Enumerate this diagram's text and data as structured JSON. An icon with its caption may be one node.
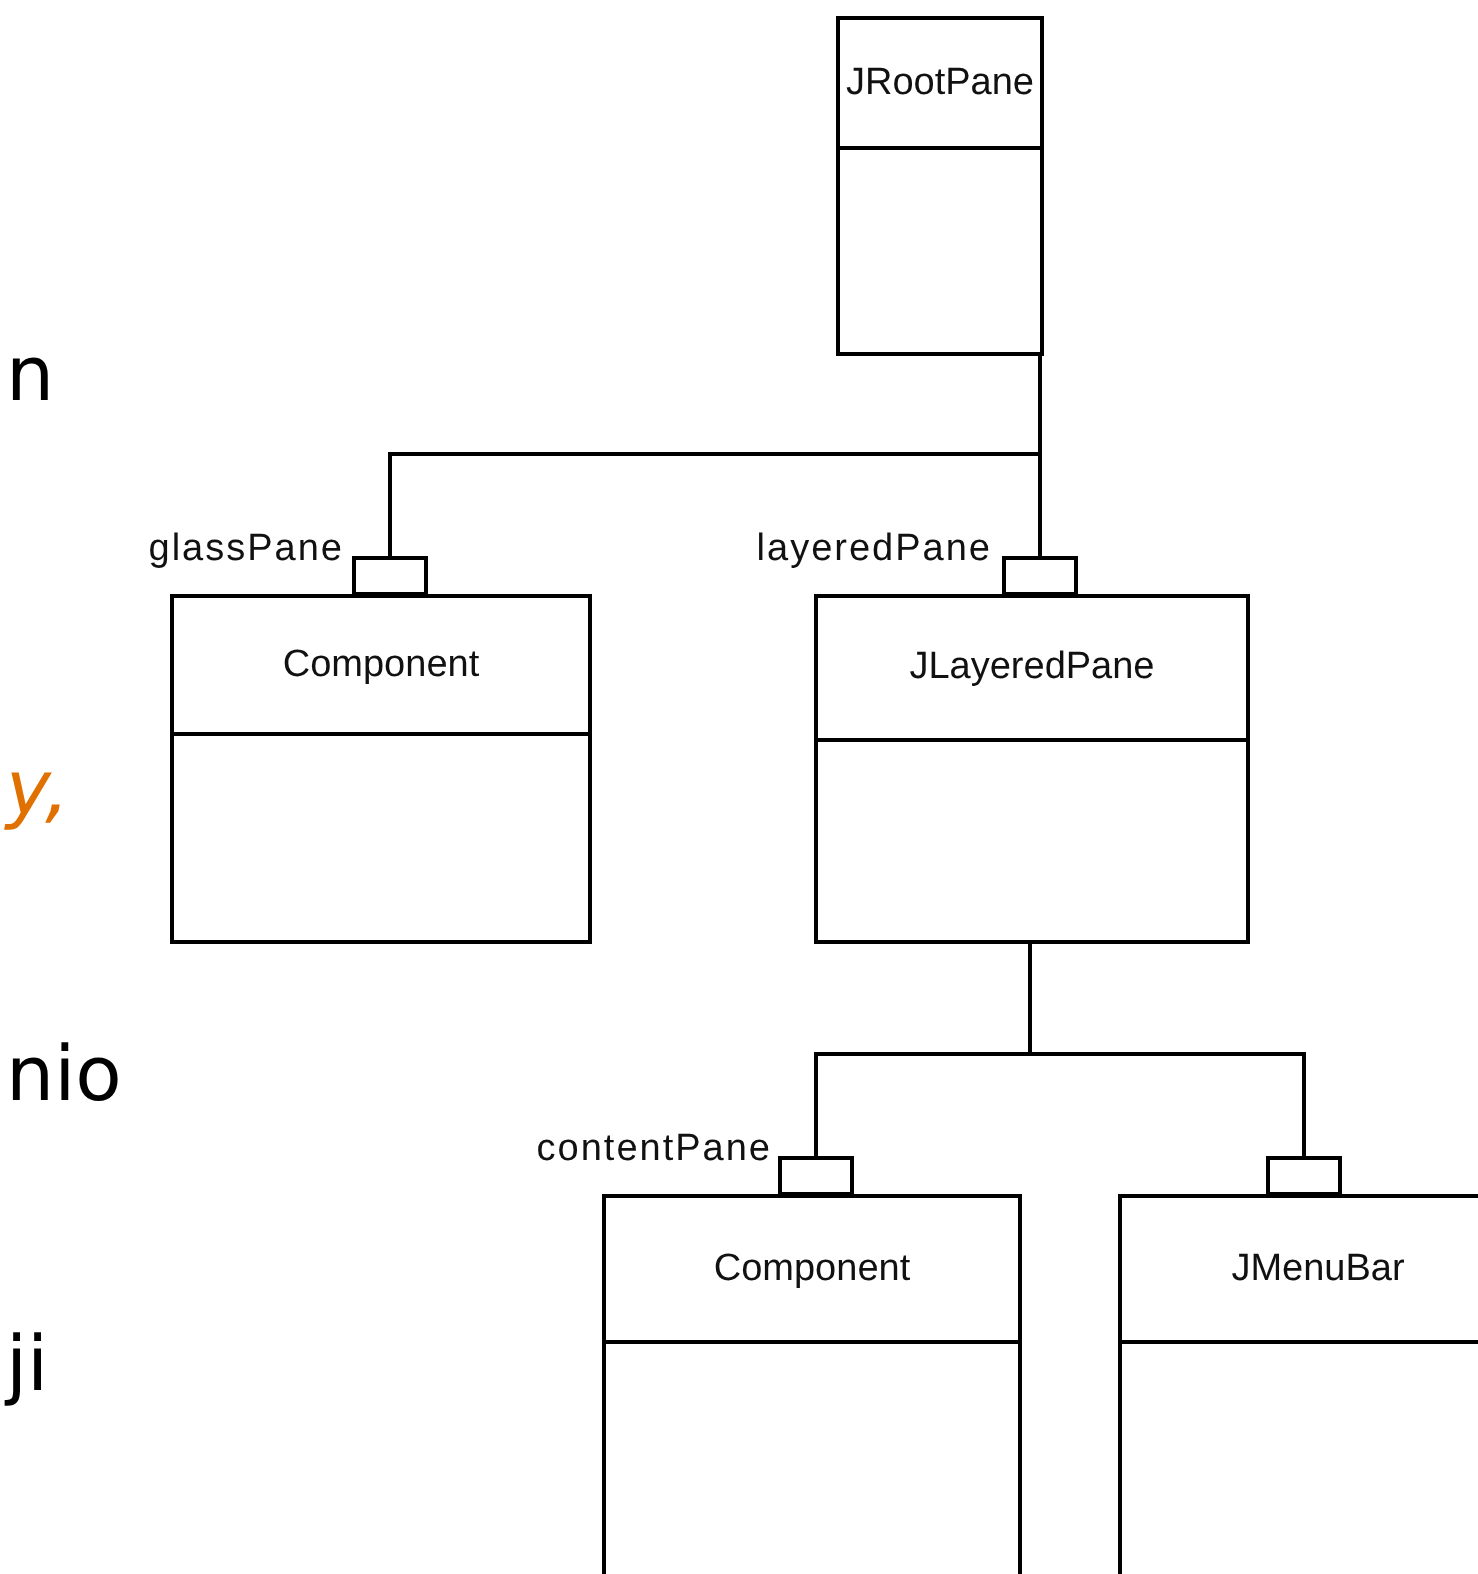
{
  "diagram": {
    "nodes": [
      {
        "text": [
          "JRootPane"
        ]
      },
      {
        "text": [
          "Component"
        ]
      },
      {
        "text": [
          "JLayeredPane"
        ]
      },
      {
        "text": [
          "Component"
        ]
      },
      {
        "text": [
          "JMenuBar"
        ]
      }
    ],
    "edges": [
      {
        "from": 0,
        "to": 1,
        "arrow": "other",
        "label": "glassPane"
      },
      {
        "from": 0,
        "to": 2,
        "arrow": "other",
        "label": "layeredPane"
      },
      {
        "from": 2,
        "to": 3,
        "arrow": "other",
        "label": "contentPane"
      },
      {
        "from": 2,
        "to": 4,
        "arrow": "other"
      }
    ],
    "labels": [
      "n",
      "y,",
      "nio",
      "ji"
    ]
  }
}
